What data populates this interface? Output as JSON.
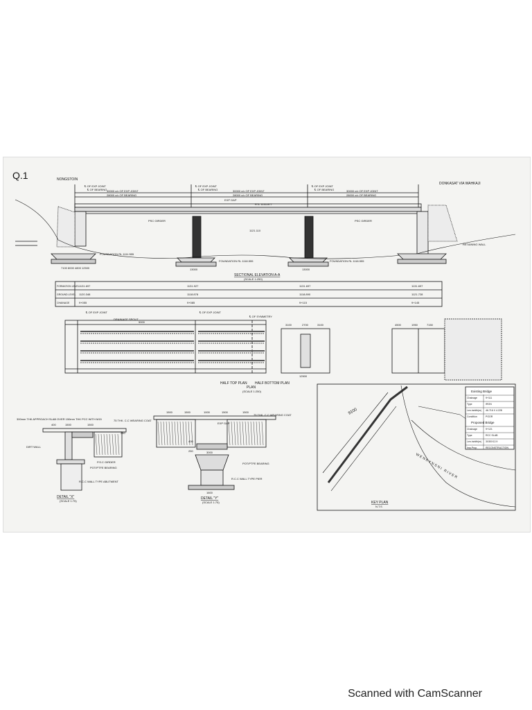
{
  "sheet_note": "Q.1",
  "labels": {
    "left_end": "NONGSTOIN",
    "right_end": "DONKASAT VIA WAHKAJI",
    "exp_joint": "℄ OF EXP JOINT",
    "bearing": "℄ OF BEARING",
    "span1_a": "30000 c/c OF EXP JOINT",
    "span1_b": "28000 c/c OF BEARING",
    "span2_a": "30000 c/c OF EXP JOINT",
    "span2_b": "28000 c/c OF BEARING",
    "span3_a": "30000 c/c OF EXP JOINT",
    "span3_b": "28000 c/c OF BEARING",
    "psc_girder_l": "PSC GIRDER",
    "psc_girder_r": "PSC GIRDER",
    "exp_gap": "EXP GAP",
    "rl_deck": "RTL 1131.877",
    "rl_mid": "1121.110",
    "foundation_l": "FOUNDATION RL 1111.555",
    "foundation_m": "FOUNDATION RL 1118.555",
    "foundation_r": "FOUNDATION RL 1118.555",
    "retaining_wall": "RETAINING WALL",
    "dims_bottom_l": "7100 8000 4800 12500",
    "dims_bottom_m": "13000",
    "dims_bottom_r": "13000",
    "section_title": "SECTIONAL ELEVATION A-A",
    "section_scale": "(SCALE 1:250)",
    "plan_title": "PLAN",
    "plan_scale": "(SCALE 1:250)",
    "half_top": "HALF TOP PLAN",
    "half_bottom": "HALF BOTTOM PLAN",
    "drainage_spout": "DRAINAGE SPOUT",
    "of_symmetry": "℄ OF SYMMETRY",
    "detail_x_title": "DETAIL \"X\"",
    "detail_x_scale": "(SCALE 1:75)",
    "detail_y_title": "DETAIL \"Y\"",
    "detail_y_scale": "(SCALE 1:75)",
    "approach_slab": "300mm THK APPROACH SLAB OVER 150mm THK PCC WITH M15",
    "wearing_coat": "75 THK. C.C WEARING COAT",
    "dirt_wall": "DIRT WALL",
    "psc_girder_dx": "P.S.C GIRDER",
    "pot_bearing": "POT/PTFE BEARING",
    "rcc_wall": "R.C.C WALL TYPE ABUTMENT",
    "rcc_pier": "R.C.C WALL TYPE PIER",
    "key_plan_title": "KEY PLAN",
    "key_plan_scale": "N.T.S",
    "river": "WENKYNSNI RIVER",
    "road_label": "9100"
  },
  "table": {
    "rows": [
      {
        "label": "FORMATION LEVEL",
        "cells": [
          "1131.697",
          "1131.927",
          "1131.697",
          "1131.697"
        ]
      },
      {
        "label": "GROUND LEVEL",
        "cells": [
          "1120.348",
          "1118.878",
          "1118.890",
          "1121.728"
        ]
      },
      {
        "label": "CHAINAGE",
        "cells": [
          "9+055",
          "9+085",
          "9+115",
          "9+145"
        ]
      }
    ]
  },
  "info_box": {
    "existing_title": "Existing Bridge",
    "existing": [
      {
        "k": "Chainage",
        "v": "9+111"
      },
      {
        "k": "Type",
        "v": "IRON"
      },
      {
        "k": "Len./width(m)",
        "v": "46.716 X 4.228"
      },
      {
        "k": "Condition",
        "v": "POOR"
      }
    ],
    "proposed_title": "Proposed Bridge",
    "proposed": [
      {
        "k": "Chainage",
        "v": "9+121"
      },
      {
        "k": "Type",
        "v": "RCC SLAB"
      },
      {
        "k": "Len./width(m)",
        "v": "3X30X12.9"
      },
      {
        "k": "Imp.Prop.",
        "v": "RECONSTRUCTION"
      }
    ]
  },
  "dims": {
    "dx_a": "400",
    "dx_b": "1500",
    "dx_c": "1500",
    "dx_d": "250",
    "dy_a": "1500",
    "dy_b": "1500",
    "dy_c": "1000",
    "dy_d": "1500",
    "dy_e": "1500",
    "dy_f": "3000",
    "dy_g": "1600",
    "dy_h": "400",
    "dy_i": "250",
    "plan_w1": "3100",
    "plan_w2": "2700",
    "plan_w3": "3100",
    "plan_b": "12500",
    "plan_w4": "4500",
    "plan_w5": "1950",
    "plan_w6": "7150",
    "plan_drain": "5000"
  },
  "watermark": "Scanned with CamScanner"
}
